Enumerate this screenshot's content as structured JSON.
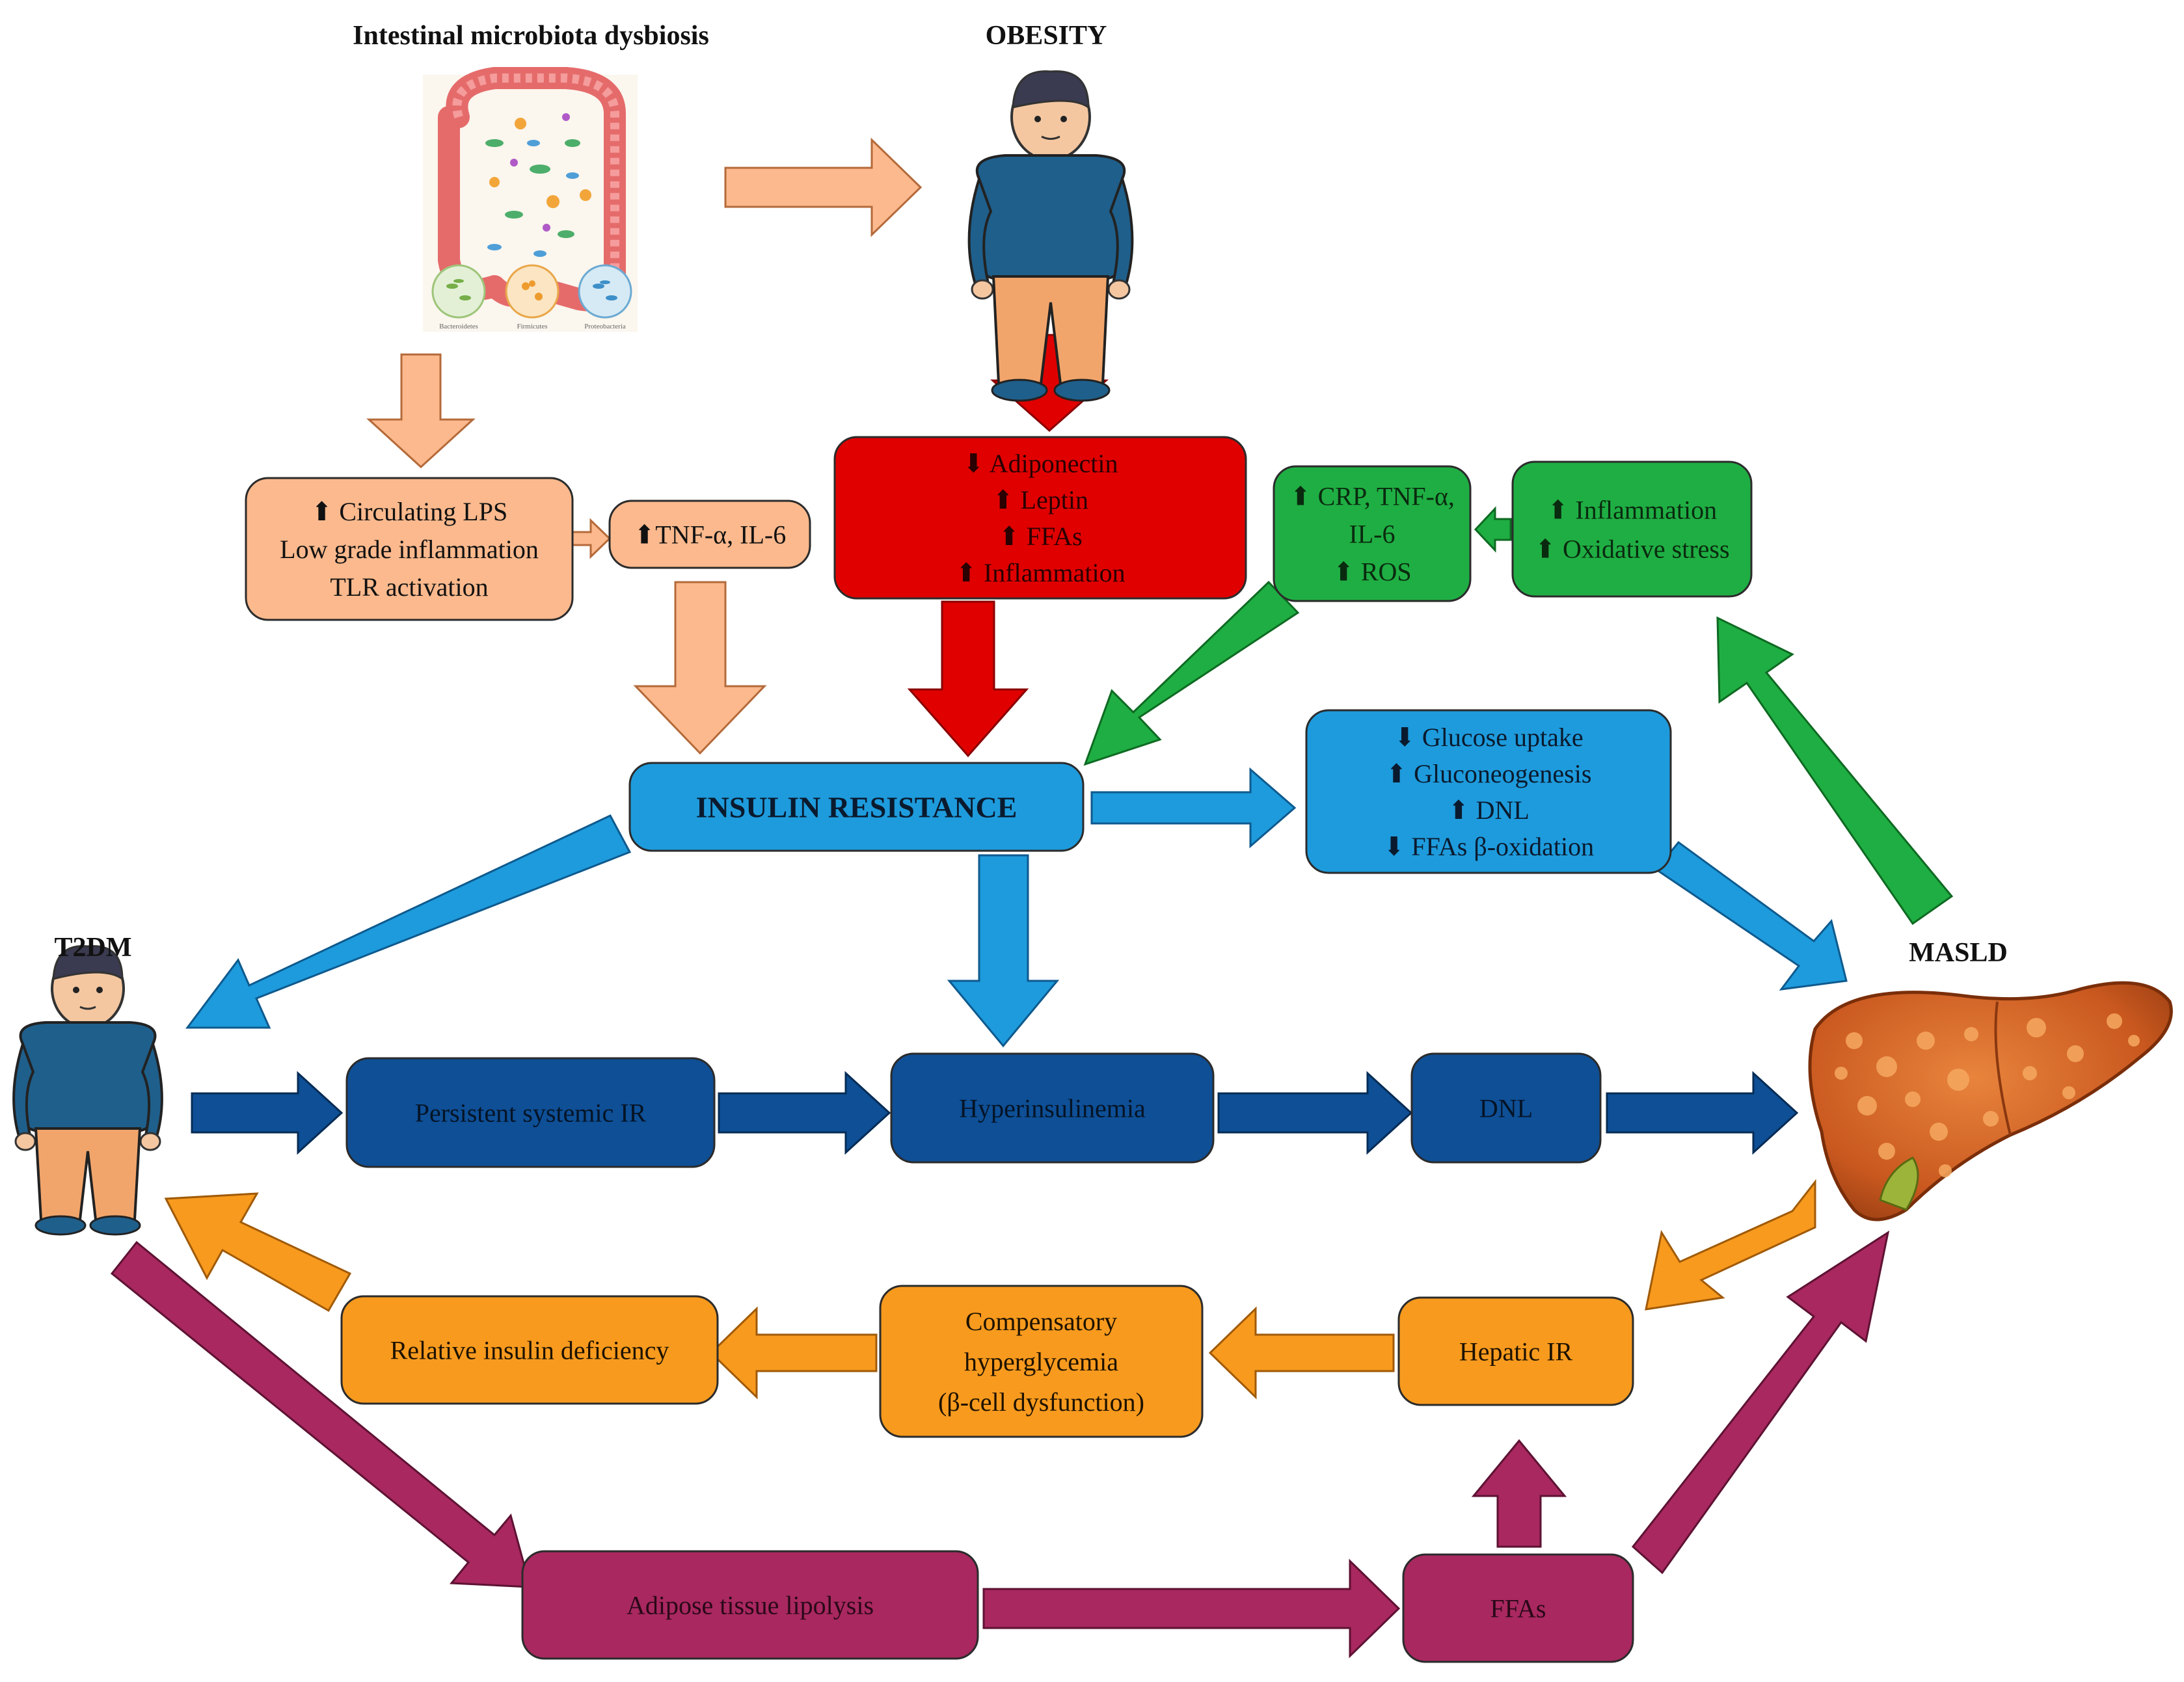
{
  "labels": {
    "dysbiosis": "Intestinal microbiota dysbiosis",
    "obesity": "OBESITY",
    "t2dm": "T2DM",
    "masld": "MASLD",
    "bacteria": [
      "Bacteroidetes",
      "Firmicutes",
      "Proteobacteria"
    ]
  },
  "boxes": {
    "lps": {
      "lines": [
        "⬆ Circulating LPS",
        "Low grade inflammation",
        "TLR activation"
      ]
    },
    "tnf": {
      "lines": [
        "⬆TNF-α, IL-6"
      ]
    },
    "adipo": {
      "lines": [
        "⬇ Adiponectin",
        "⬆ Leptin",
        "⬆ FFAs",
        "⬆ Inflammation"
      ]
    },
    "crp": {
      "lines": [
        "⬆ CRP, TNF-α,",
        "IL-6",
        "⬆ ROS"
      ]
    },
    "inflam": {
      "lines": [
        "⬆ Inflammation",
        "⬆ Oxidative stress"
      ]
    },
    "ir": {
      "lines": [
        "INSULIN RESISTANCE"
      ]
    },
    "glucose": {
      "lines": [
        "⬇ Glucose uptake",
        "⬆ Gluconeogenesis",
        "⬆ DNL",
        "⬇ FFAs β-oxidation"
      ]
    },
    "persistent": {
      "lines": [
        "Persistent systemic IR"
      ]
    },
    "hyperins": {
      "lines": [
        "Hyperinsulinemia"
      ]
    },
    "dnl": {
      "lines": [
        "DNL"
      ]
    },
    "relative": {
      "lines": [
        "Relative insulin deficiency"
      ]
    },
    "compens": {
      "lines": [
        "Compensatory",
        "hyperglycemia",
        "(β-cell dysfunction)"
      ]
    },
    "hepatic": {
      "lines": [
        "Hepatic IR"
      ]
    },
    "lipolysis": {
      "lines": [
        "Adipose tissue lipolysis"
      ]
    },
    "ffas": {
      "lines": [
        "FFAs"
      ]
    }
  },
  "colors": {
    "peach": "#FBB98D",
    "red": "#E00000",
    "green": "#1FAE43",
    "lightblue": "#1E9BDC",
    "darkblue": "#0E4F96",
    "orange": "#F79A1E",
    "magenta": "#A8285F"
  }
}
